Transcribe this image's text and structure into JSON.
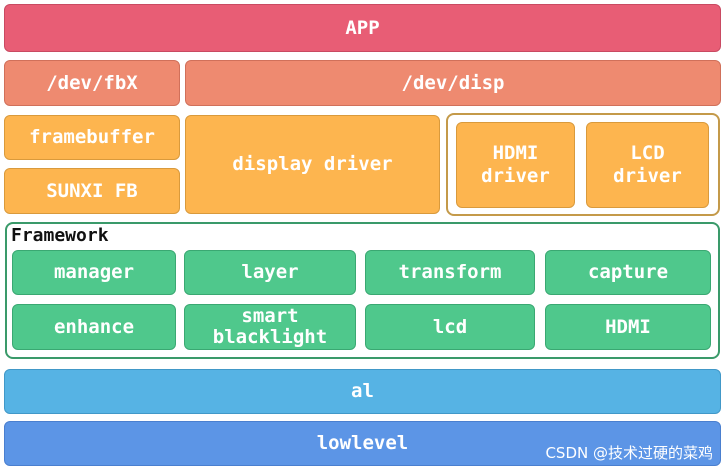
{
  "app": {
    "label": "APP"
  },
  "devices": {
    "fbx": "/dev/fbX",
    "disp": "/dev/disp"
  },
  "drivers": {
    "framebuffer": "framebuffer",
    "sunxi_fb": "SUNXI FB",
    "display_driver": "display driver",
    "hdmi_driver": "HDMI\ndriver",
    "lcd_driver": "LCD\ndriver"
  },
  "framework": {
    "title": "Framework",
    "modules": [
      "manager",
      "layer",
      "transform",
      "capture",
      "enhance",
      "smart\nblacklight",
      "lcd",
      "HDMI"
    ]
  },
  "al": {
    "label": "al"
  },
  "lowlevel": {
    "label": "lowlevel"
  },
  "watermark": "CSDN @技术过硬的菜鸡"
}
